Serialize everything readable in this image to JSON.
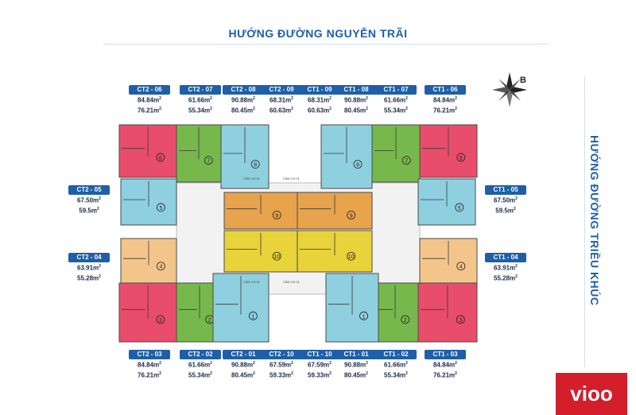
{
  "road_top": "HƯỚNG ĐƯỜNG NGUYỄN TRÃI",
  "road_side": "HƯỚNG ĐƯỜNG TRIỀU KHÚC",
  "compass_letter": "B",
  "logo": "vioo",
  "colors": {
    "accent": "#1f5fa8",
    "red": "#e84d6b",
    "green": "#77b84c",
    "blue": "#8ed0e0",
    "orange": "#e8a34d",
    "yellow": "#e8d33a",
    "peach": "#f3c58b",
    "logo_red": "#d21f2b"
  },
  "labels_top": [
    {
      "code": "CT2 - 06",
      "area1": "84.84",
      "area2": "76.21"
    },
    {
      "code": "CT2 - 07",
      "area1": "61.66",
      "area2": "55.34"
    },
    {
      "code": "CT2 - 08",
      "area1": "90.88",
      "area2": "80.45"
    },
    {
      "code": "CT2 - 09",
      "area1": "68.31",
      "area2": "60.63"
    },
    {
      "code": "CT1 - 09",
      "area1": "68.31",
      "area2": "60.63"
    },
    {
      "code": "CT1 - 08",
      "area1": "90.88",
      "area2": "80.45"
    },
    {
      "code": "CT1 - 07",
      "area1": "61.66",
      "area2": "55.34"
    },
    {
      "code": "CT1 - 06",
      "area1": "84.84",
      "area2": "76.21"
    }
  ],
  "labels_bottom": [
    {
      "code": "CT2 - 03",
      "area1": "84.84",
      "area2": "76.21"
    },
    {
      "code": "CT2 - 02",
      "area1": "61.66",
      "area2": "55.34"
    },
    {
      "code": "CT2 - 01",
      "area1": "90.88",
      "area2": "80.45"
    },
    {
      "code": "CT2 - 10",
      "area1": "67.59",
      "area2": "59.33"
    },
    {
      "code": "CT1 - 10",
      "area1": "67.59",
      "area2": "59.33"
    },
    {
      "code": "CT1 - 01",
      "area1": "90.88",
      "area2": "80.45"
    },
    {
      "code": "CT1 - 02",
      "area1": "61.66",
      "area2": "55.34"
    },
    {
      "code": "CT1 - 03",
      "area1": "84.84",
      "area2": "76.21"
    }
  ],
  "labels_left": [
    {
      "code": "CT2 - 05",
      "area1": "67.50",
      "area2": "59.5"
    },
    {
      "code": "CT2 - 04",
      "area1": "63.91",
      "area2": "55.28"
    }
  ],
  "labels_right": [
    {
      "code": "CT1 - 05",
      "area1": "67.50",
      "area2": "59.5"
    },
    {
      "code": "CT1 - 04",
      "area1": "63.91",
      "area2": "55.28"
    }
  ],
  "unit_symbol": "m",
  "unit_power": "2",
  "unit_numbers": [
    "1",
    "2",
    "3",
    "4",
    "5",
    "6",
    "7",
    "8",
    "9",
    "10"
  ],
  "corridor_text": "CĂN CH 01"
}
